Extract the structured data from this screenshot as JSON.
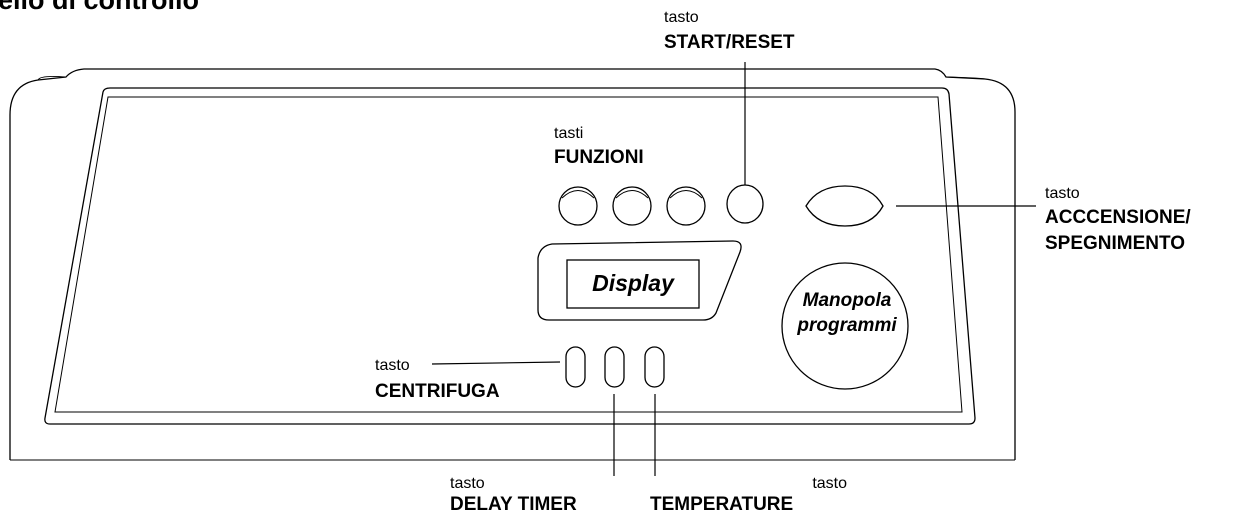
{
  "title": "ello di controllo",
  "callouts": {
    "start_reset": {
      "prefix": "tasto",
      "label": "START/RESET"
    },
    "funzioni": {
      "prefix": "tasti",
      "label": "FUNZIONI"
    },
    "accensione": {
      "prefix": "tasto",
      "label_line1": "ACCCENSIONE/",
      "label_line2": "SPEGNIMENTO"
    },
    "centrifuga": {
      "prefix": "tasto",
      "label": "CENTRIFUGA"
    },
    "delay_timer": {
      "prefix": "tasto",
      "label": "DELAY TIMER"
    },
    "temperature": {
      "prefix": "tasto",
      "label": "TEMPERATURE"
    }
  },
  "display": {
    "label": "Display"
  },
  "knob": {
    "line1": "Manopola",
    "line2": "programmi"
  }
}
